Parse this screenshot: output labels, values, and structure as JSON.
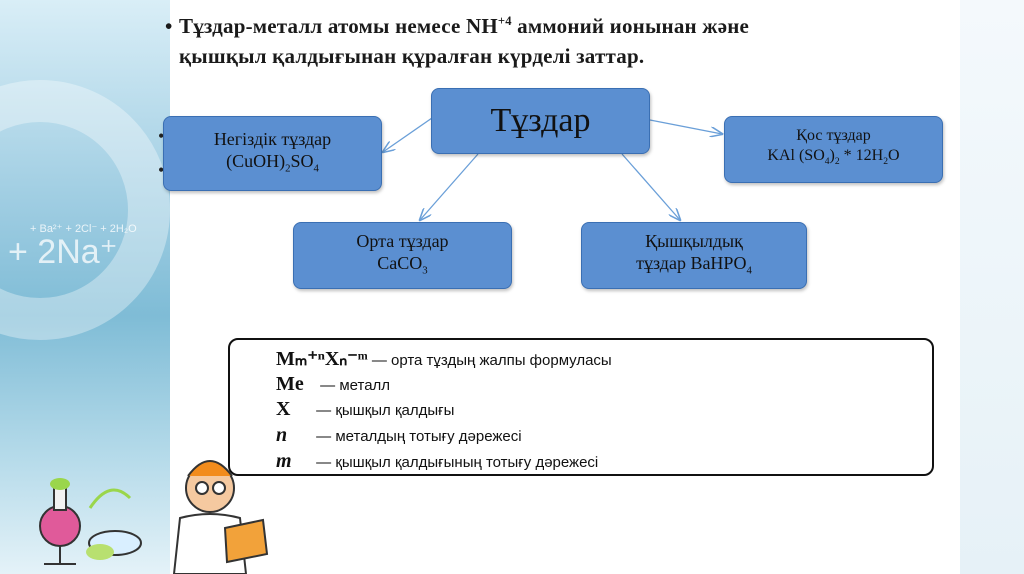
{
  "heading": {
    "bullet": "•",
    "line1_before": "Тұздар-металл атомы немесе NH",
    "line1_sup": "+4",
    "line1_after": "  аммоний ионынан және",
    "line2": "қышқыл қалдығынан құралған күрделі заттар."
  },
  "background_formula": {
    "small": "+ Ba²⁺ + 2Cl⁻ + 2H₂O",
    "large": "+ 2Na⁺"
  },
  "diagram": {
    "root": "Тұздар",
    "basic": {
      "line1": "Негіздік тұздар",
      "line2_a": "(CuOH)",
      "sub1": "2",
      "line2_b": "SO",
      "sub2": "4"
    },
    "double": {
      "line1": "Қос тұздар",
      "l2_a": "KAl (SO",
      "s1": "4",
      "l2_b": ")",
      "s2": "2",
      "l2_c": " * 12H",
      "s3": "2",
      "l2_d": "O"
    },
    "normal": {
      "line1": "Орта тұздар",
      "l2_a": "CaCO",
      "s1": "3"
    },
    "acidic": {
      "line1": "Қышқылдық",
      "l2_a": "тұздар  BaHPO",
      "s1": "4"
    }
  },
  "formula_legend": [
    {
      "symbol": "Mₘ⁺ⁿXₙ⁻ᵐ",
      "text": "— орта тұздың жалпы формуласы"
    },
    {
      "symbol": "Me",
      "text": "— металл"
    },
    {
      "symbol": "X",
      "text": "— қышқыл қалдығы"
    },
    {
      "symbol": "n",
      "text": "— металдың тотығу дәрежесі"
    },
    {
      "symbol": "m",
      "text": "— қышқыл қалдығының тотығу дәрежесі"
    }
  ],
  "colors": {
    "box_fill": "#5b8fd1",
    "box_border": "#3a6fb3",
    "arrow": "#6a9fd8"
  },
  "icons": [
    "scientist-illustration",
    "flask-icon"
  ]
}
